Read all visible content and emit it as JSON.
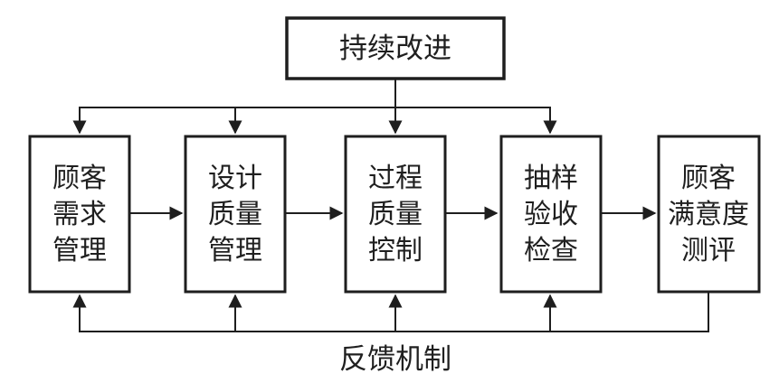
{
  "diagram": {
    "title_box": {
      "label": "持续改进"
    },
    "process_boxes": [
      {
        "name": "customer-requirements-management",
        "lines": [
          "顾客",
          "需求",
          "管理"
        ]
      },
      {
        "name": "design-quality-management",
        "lines": [
          "设计",
          "质量",
          "管理"
        ]
      },
      {
        "name": "process-quality-control",
        "lines": [
          "过程",
          "质量",
          "控制"
        ]
      },
      {
        "name": "sampling-acceptance-inspection",
        "lines": [
          "抽样",
          "验收",
          "检查"
        ]
      },
      {
        "name": "customer-satisfaction-evaluation",
        "lines": [
          "顾客",
          "满意度",
          "测评"
        ]
      }
    ],
    "feedback_label": "反馈机制",
    "colors": {
      "line": "#1e1e1e",
      "text": "#1f1f1f",
      "background": "#ffffff"
    }
  }
}
